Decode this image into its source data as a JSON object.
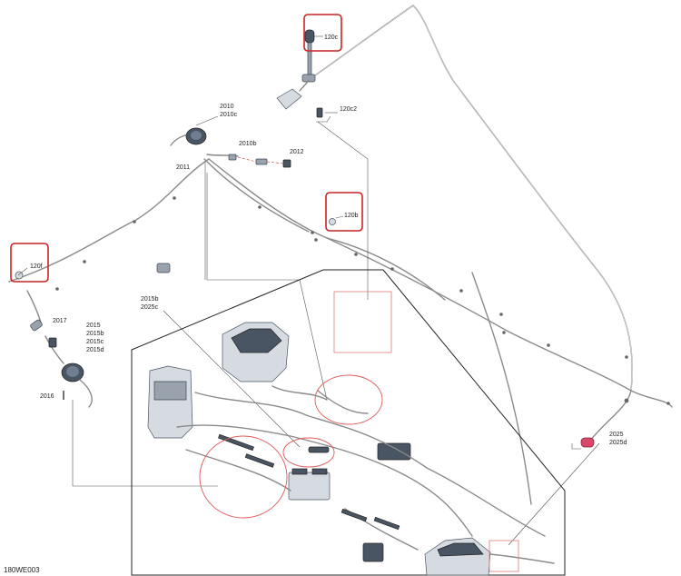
{
  "figure_code": "180WE003",
  "callouts": {
    "c120c": "120c",
    "c120c2": "120c2",
    "c120b": "120b",
    "c120f": "120f",
    "c2010": "2010",
    "c2010c": "2010c",
    "c2010b": "2010b",
    "c2011": "2011",
    "c2012": "2012",
    "c2015b_a": "2015b",
    "c2025c": "2025c",
    "c2017": "2017",
    "c2015": "2015",
    "c2015b_b": "2015b",
    "c2015c": "2015c",
    "c2015d": "2015d",
    "c2016": "2016",
    "c2025": "2025",
    "c2025d": "2025d"
  },
  "colors": {
    "highlight": "#cc2222",
    "harness": "#8a8a8a",
    "part": "#4a5563",
    "accent_part": "#d9476a"
  }
}
